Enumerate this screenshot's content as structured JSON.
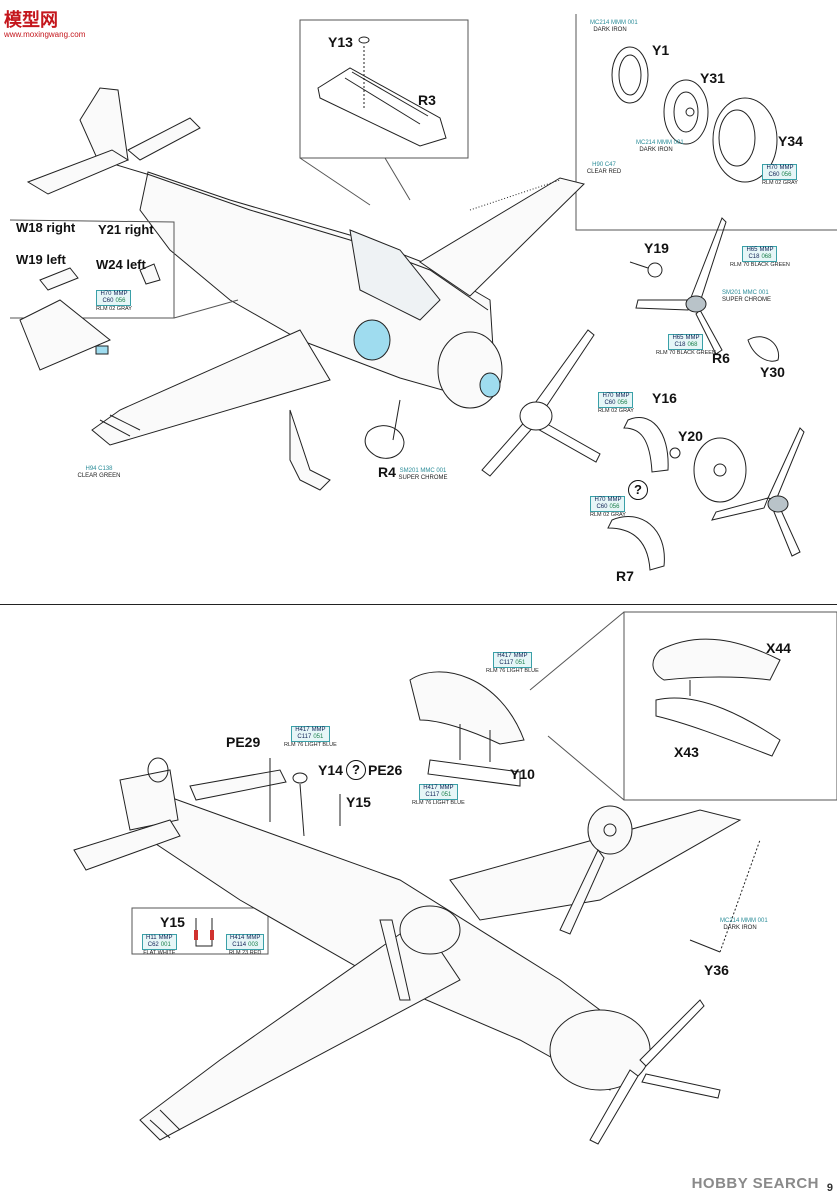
{
  "site_logo": {
    "text": "模型网",
    "subtext": "www.moxingwang.com"
  },
  "watermark": "HOBBY SEARCH",
  "page_number": "9",
  "top_panel": {
    "parts": {
      "Y13": "Y13",
      "R3": "R3",
      "Y1": "Y1",
      "Y31": "Y31",
      "Y34": "Y34",
      "W18": "W18 right",
      "W19": "W19 left",
      "Y21": "Y21 right",
      "W24": "W24 left",
      "Y19": "Y19",
      "R6": "R6",
      "Y30": "Y30",
      "Y16": "Y16",
      "Y20": "Y20",
      "R4": "R4",
      "R7": "R7"
    },
    "paints": {
      "dark_iron_top": {
        "codes": "MC214 MMM 001",
        "name": "DARK IRON"
      },
      "dark_iron_mid": {
        "codes": "MC214 MMM 001",
        "name": "DARK IRON"
      },
      "clear_red": {
        "codes": "H90 C47",
        "name": "CLEAR RED"
      },
      "rlm02_y34": {
        "h": "H70",
        "m": "MMP",
        "c": "C60",
        "n": "056",
        "name": "RLM 02 GRAY"
      },
      "rlm70_top": {
        "h": "H65",
        "m": "MMP",
        "c": "C18",
        "n": "068",
        "name": "RLM 70 BLACK GREEN"
      },
      "super_chrome_prop": {
        "codes": "SM201 MMC 001",
        "name": "SUPER CHROME"
      },
      "rlm70_r6": {
        "h": "H65",
        "m": "MMP",
        "c": "C18",
        "n": "068",
        "name": "RLM 70 BLACK GREEN"
      },
      "rlm02_y16": {
        "h": "H70",
        "m": "MMP",
        "c": "C60",
        "n": "056",
        "name": "RLM 02 GRAY"
      },
      "rlm02_w": {
        "h": "H70",
        "m": "MMP",
        "c": "C60",
        "n": "056",
        "name": "RLM 02 GRAY"
      },
      "clear_green": {
        "codes": "H94 C138",
        "name": "CLEAR GREEN"
      },
      "super_chrome_r4": {
        "codes": "SM201 MMC 001",
        "name": "SUPER CHROME"
      },
      "rlm02_r7": {
        "h": "H70",
        "m": "MMP",
        "c": "C60",
        "n": "056",
        "name": "RLM 02 GRAY"
      }
    }
  },
  "bottom_panel": {
    "parts": {
      "X44": "X44",
      "X43": "X43",
      "PE29": "PE29",
      "Y14": "Y14",
      "PE26": "PE26",
      "Y10": "Y10",
      "Y15": "Y15",
      "Y15_inset": "Y15",
      "Y36": "Y36"
    },
    "paints": {
      "light_blue_top": {
        "h": "H417",
        "m": "MMP",
        "c": "C117",
        "n": "051",
        "name": "RLM 76 LIGHT BLUE"
      },
      "light_blue_y14": {
        "h": "H417",
        "m": "MMP",
        "c": "C117",
        "n": "051",
        "name": "RLM 76 LIGHT BLUE"
      },
      "light_blue_y10": {
        "h": "H417",
        "m": "MMP",
        "c": "C117",
        "n": "051",
        "name": "RLM 76 LIGHT BLUE"
      },
      "flat_white": {
        "h": "H11",
        "m": "MMP",
        "c": "C62",
        "n": "001",
        "name": "FLAT WHITE"
      },
      "rlm23": {
        "h": "H414",
        "m": "MMP",
        "c": "C114",
        "n": "003",
        "name": "RLM 23 RED"
      },
      "dark_iron_y36": {
        "codes": "MC214 MMM 001",
        "name": "DARK IRON"
      }
    }
  },
  "colors": {
    "highlight": "#9fdcef",
    "red": "#d0322f",
    "line": "#222222"
  }
}
